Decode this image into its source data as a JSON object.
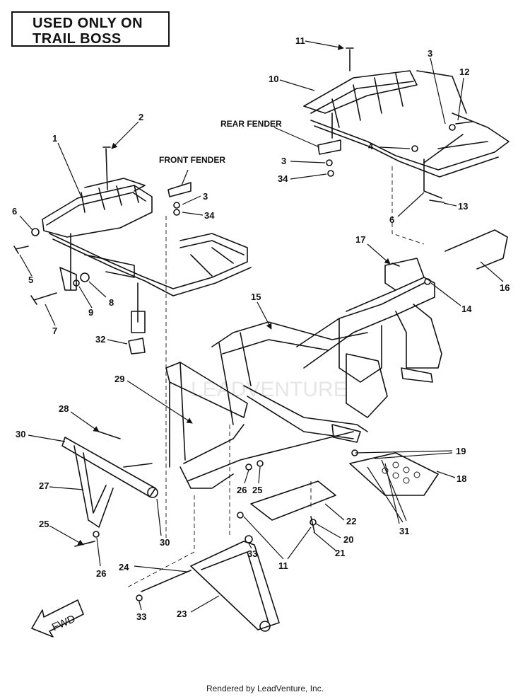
{
  "header": {
    "line1": "USED ONLY ON",
    "line2": "TRAIL BOSS"
  },
  "labels": {
    "front_fender": "FRONT FENDER",
    "rear_fender": "REAR FENDER",
    "fwd": "FWD"
  },
  "callouts": [
    "1",
    "2",
    "3",
    "34",
    "6",
    "5",
    "8",
    "9",
    "7",
    "32",
    "29",
    "28",
    "30",
    "27",
    "25",
    "26",
    "24",
    "33",
    "23",
    "11",
    "10",
    "3",
    "12",
    "4",
    "3",
    "34",
    "6",
    "13",
    "17",
    "16",
    "14",
    "15",
    "19",
    "18",
    "31",
    "22",
    "20",
    "21",
    "11",
    "33",
    "26",
    "25",
    "30"
  ],
  "watermark": "LEADVENTURE",
  "footer": "Rendered by LeadVenture, Inc."
}
